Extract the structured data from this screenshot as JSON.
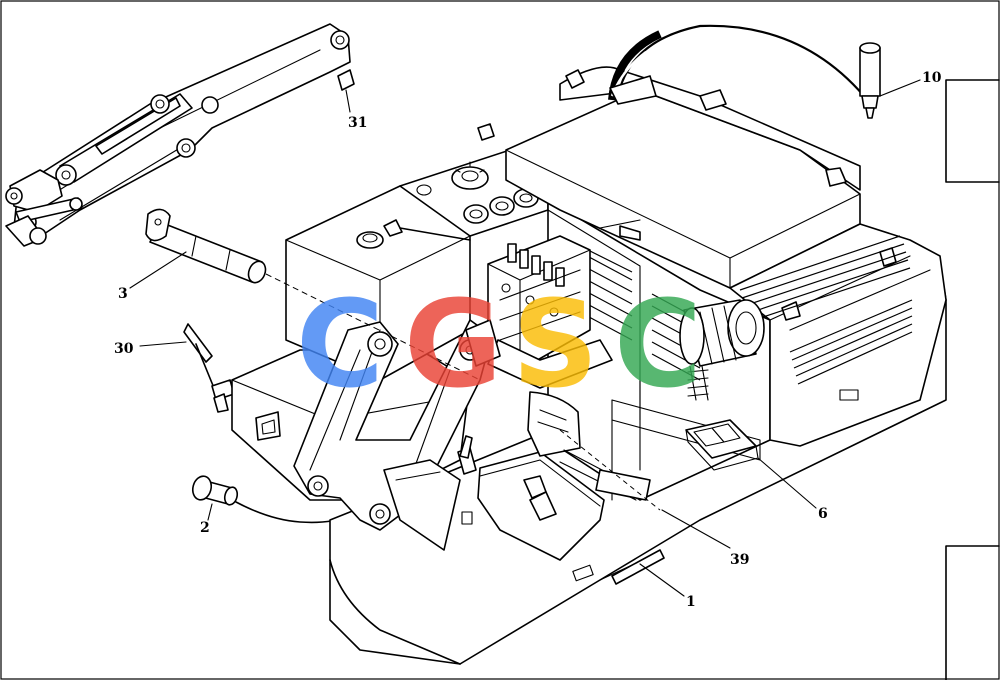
{
  "labels": {
    "l1": "1",
    "l2": "2",
    "l3": "3",
    "l6": "6",
    "l10": "10",
    "l30": "30",
    "l31": "31",
    "l39": "39"
  },
  "watermark": {
    "letters": [
      "C",
      "G",
      "S",
      "C"
    ],
    "colors": [
      "#4285f4",
      "#ea4335",
      "#fbbc05",
      "#34a853"
    ]
  }
}
